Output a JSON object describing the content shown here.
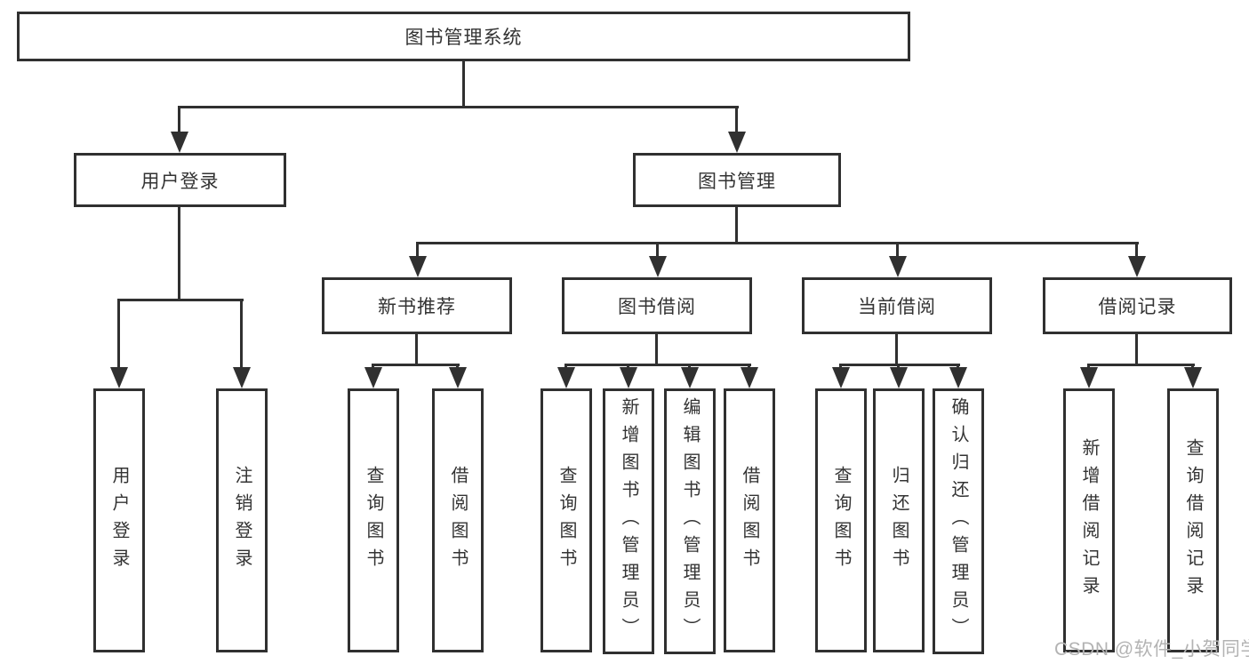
{
  "diagram": {
    "root": "图书管理系统",
    "level2": {
      "user_login": "用户登录",
      "book_mgmt": "图书管理"
    },
    "level3": {
      "new_book": "新书推荐",
      "book_borrow": "图书借阅",
      "current_borrow": "当前借阅",
      "borrow_record": "借阅记录"
    },
    "leaves": {
      "user_login": "用户登录",
      "logout": "注销登录",
      "nb_query": "查询图书",
      "nb_borrow": "借阅图书",
      "bb_query": "查询图书",
      "bb_add": "新增图书（管理员）",
      "bb_edit": "编辑图书（管理员）",
      "bb_borrow": "借阅图书",
      "cb_query": "查询图书",
      "cb_return": "归还图书",
      "cb_confirm": "确认归还（管理员）",
      "br_add": "新增借阅记录",
      "br_query": "查询借阅记录"
    }
  },
  "watermark": "CSDN @软件_小贺同学",
  "colors": {
    "line": "#303030",
    "text": "#333333",
    "watermark": "#b3b3b3",
    "background": "#ffffff"
  }
}
